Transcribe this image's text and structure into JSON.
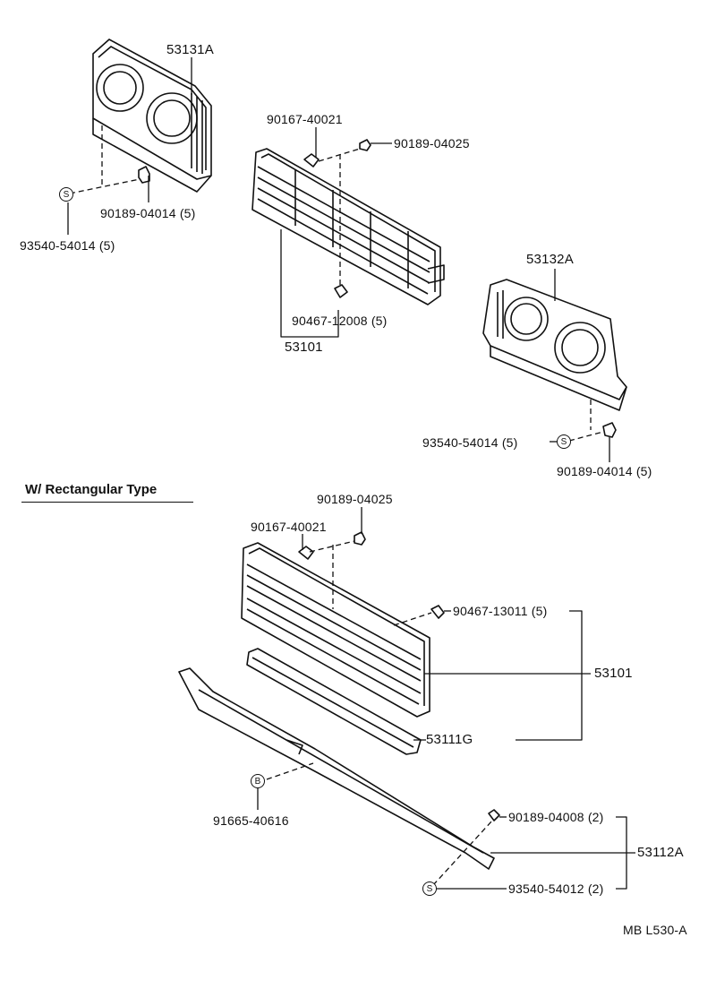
{
  "heading": "W/ Rectangular Type",
  "footer_code": "MB L530-A",
  "symbols": {
    "s": "S",
    "b": "B"
  },
  "labels": {
    "p53131a": "53131A",
    "p90167_top": "90167-40021",
    "p90189_04025_top": "90189-04025",
    "p90189_04014_left": "90189-04014 (5)",
    "p93540_54014_left": "93540-54014 (5)",
    "p90467_12008": "90467-12008 (5)",
    "p53101_top": "53101",
    "p53132a": "53132A",
    "p93540_54014_right": "93540-54014 (5)",
    "p90189_04014_right": "90189-04014 (5)",
    "p90189_04025_bottom": "90189-04025",
    "p90167_bottom": "90167-40021",
    "p90467_13011": "90467-13011 (5)",
    "p53101_bottom": "53101",
    "p53111g": "53111G",
    "p91665": "91665-40616",
    "p90189_04008": "90189-04008 (2)",
    "p53112a": "53112A",
    "p93540_54012": "93540-54012 (2)"
  }
}
